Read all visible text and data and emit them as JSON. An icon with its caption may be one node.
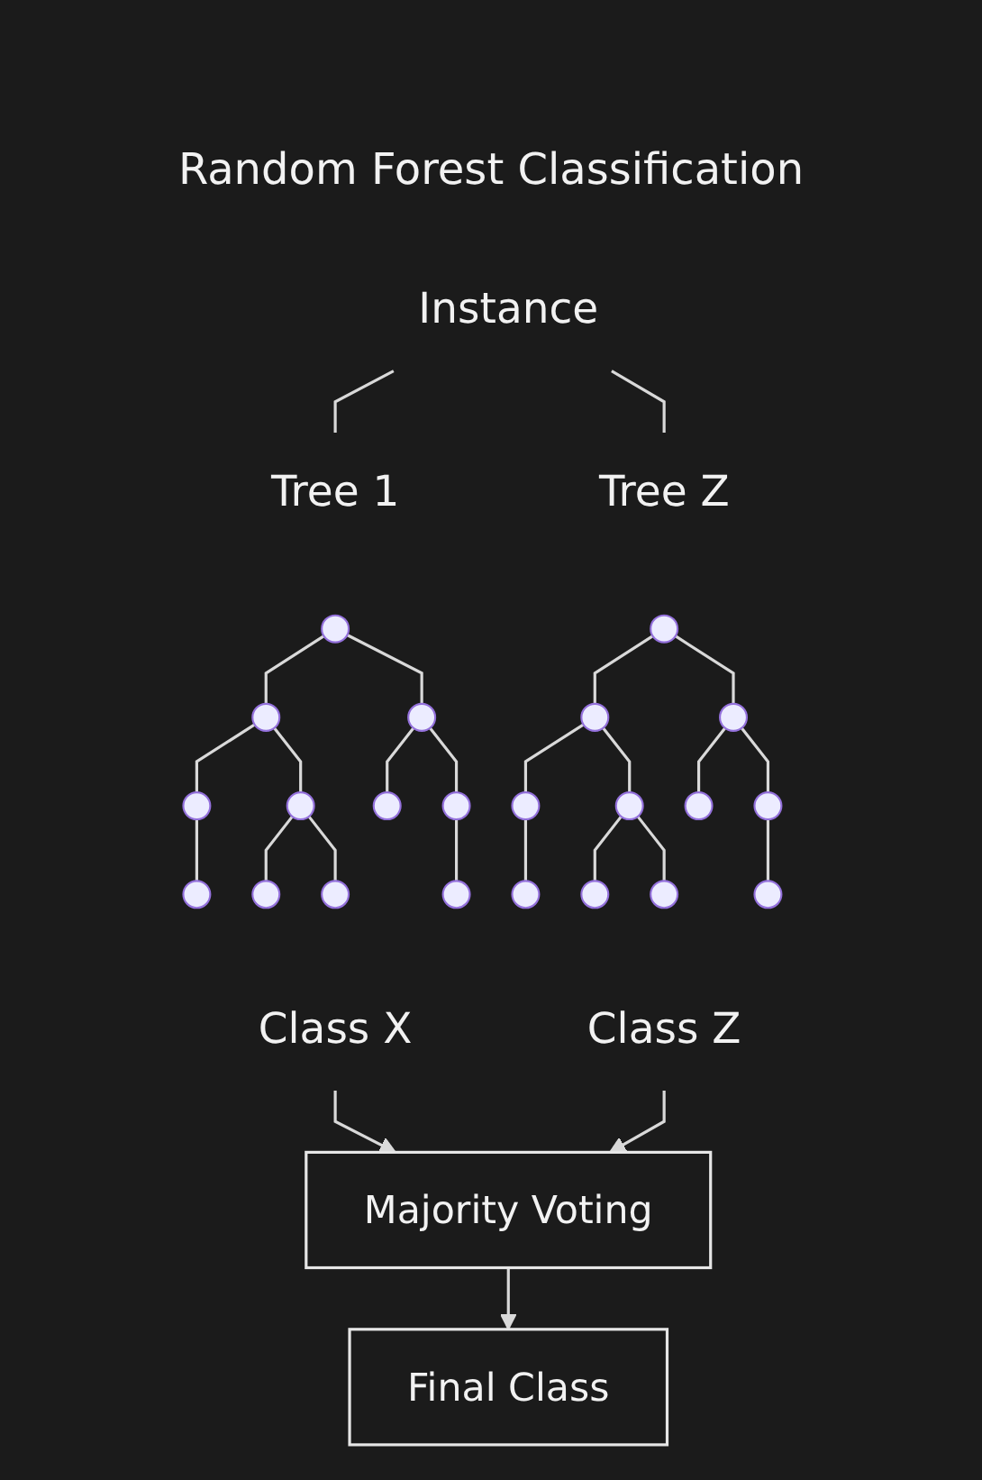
{
  "diagram": {
    "title": "Random Forest Classification",
    "nodes": [
      {
        "text": [
          "Instance"
        ]
      },
      {
        "text": [
          "Tree 1"
        ]
      },
      {
        "text": [
          "Tree Z"
        ]
      },
      {
        "text": [],
        "shape": "circle"
      },
      {
        "text": [],
        "shape": "circle"
      },
      {
        "text": [],
        "shape": "circle"
      },
      {
        "text": [],
        "shape": "circle"
      },
      {
        "text": [],
        "shape": "circle"
      },
      {
        "text": [],
        "shape": "circle"
      },
      {
        "text": [],
        "shape": "circle"
      },
      {
        "text": [],
        "shape": "circle"
      },
      {
        "text": [],
        "shape": "circle"
      },
      {
        "text": [],
        "shape": "circle"
      },
      {
        "text": [],
        "shape": "circle"
      },
      {
        "text": [],
        "shape": "circle"
      },
      {
        "text": [],
        "shape": "circle"
      },
      {
        "text": [],
        "shape": "circle"
      },
      {
        "text": [],
        "shape": "circle"
      },
      {
        "text": [],
        "shape": "circle"
      },
      {
        "text": [],
        "shape": "circle"
      },
      {
        "text": [],
        "shape": "circle"
      },
      {
        "text": [],
        "shape": "circle"
      },
      {
        "text": [],
        "shape": "circle"
      },
      {
        "text": [],
        "shape": "circle"
      },
      {
        "text": [],
        "shape": "circle"
      },
      {
        "text": [
          "Class X"
        ]
      },
      {
        "text": [
          "Class Z"
        ]
      },
      {
        "text": [
          "Majority Voting"
        ]
      },
      {
        "text": [
          "Final Class"
        ]
      }
    ],
    "edges": [
      {
        "from": 0,
        "to": 1,
        "arrow": "none"
      },
      {
        "from": 0,
        "to": 2,
        "arrow": "none"
      },
      {
        "from": 3,
        "to": 4,
        "arrow": "none"
      },
      {
        "from": 3,
        "to": 5,
        "arrow": "none"
      },
      {
        "from": 4,
        "to": 6,
        "arrow": "none"
      },
      {
        "from": 4,
        "to": 7,
        "arrow": "none"
      },
      {
        "from": 5,
        "to": 8,
        "arrow": "none"
      },
      {
        "from": 5,
        "to": 9,
        "arrow": "none"
      },
      {
        "from": 6,
        "to": 10,
        "arrow": "none"
      },
      {
        "from": 7,
        "to": 11,
        "arrow": "none"
      },
      {
        "from": 7,
        "to": 12,
        "arrow": "none"
      },
      {
        "from": 9,
        "to": 13,
        "arrow": "none"
      },
      {
        "from": 14,
        "to": 15,
        "arrow": "none"
      },
      {
        "from": 14,
        "to": 16,
        "arrow": "none"
      },
      {
        "from": 15,
        "to": 17,
        "arrow": "none"
      },
      {
        "from": 15,
        "to": 18,
        "arrow": "none"
      },
      {
        "from": 16,
        "to": 19,
        "arrow": "none"
      },
      {
        "from": 16,
        "to": 20,
        "arrow": "none"
      },
      {
        "from": 17,
        "to": 21,
        "arrow": "none"
      },
      {
        "from": 18,
        "to": 22,
        "arrow": "none"
      },
      {
        "from": 18,
        "to": 23,
        "arrow": "none"
      },
      {
        "from": 20,
        "to": 24,
        "arrow": "none"
      },
      {
        "from": 25,
        "to": 27,
        "arrow": "to"
      },
      {
        "from": 26,
        "to": 27,
        "arrow": "to"
      },
      {
        "from": 27,
        "to": 28,
        "arrow": "to"
      }
    ]
  }
}
